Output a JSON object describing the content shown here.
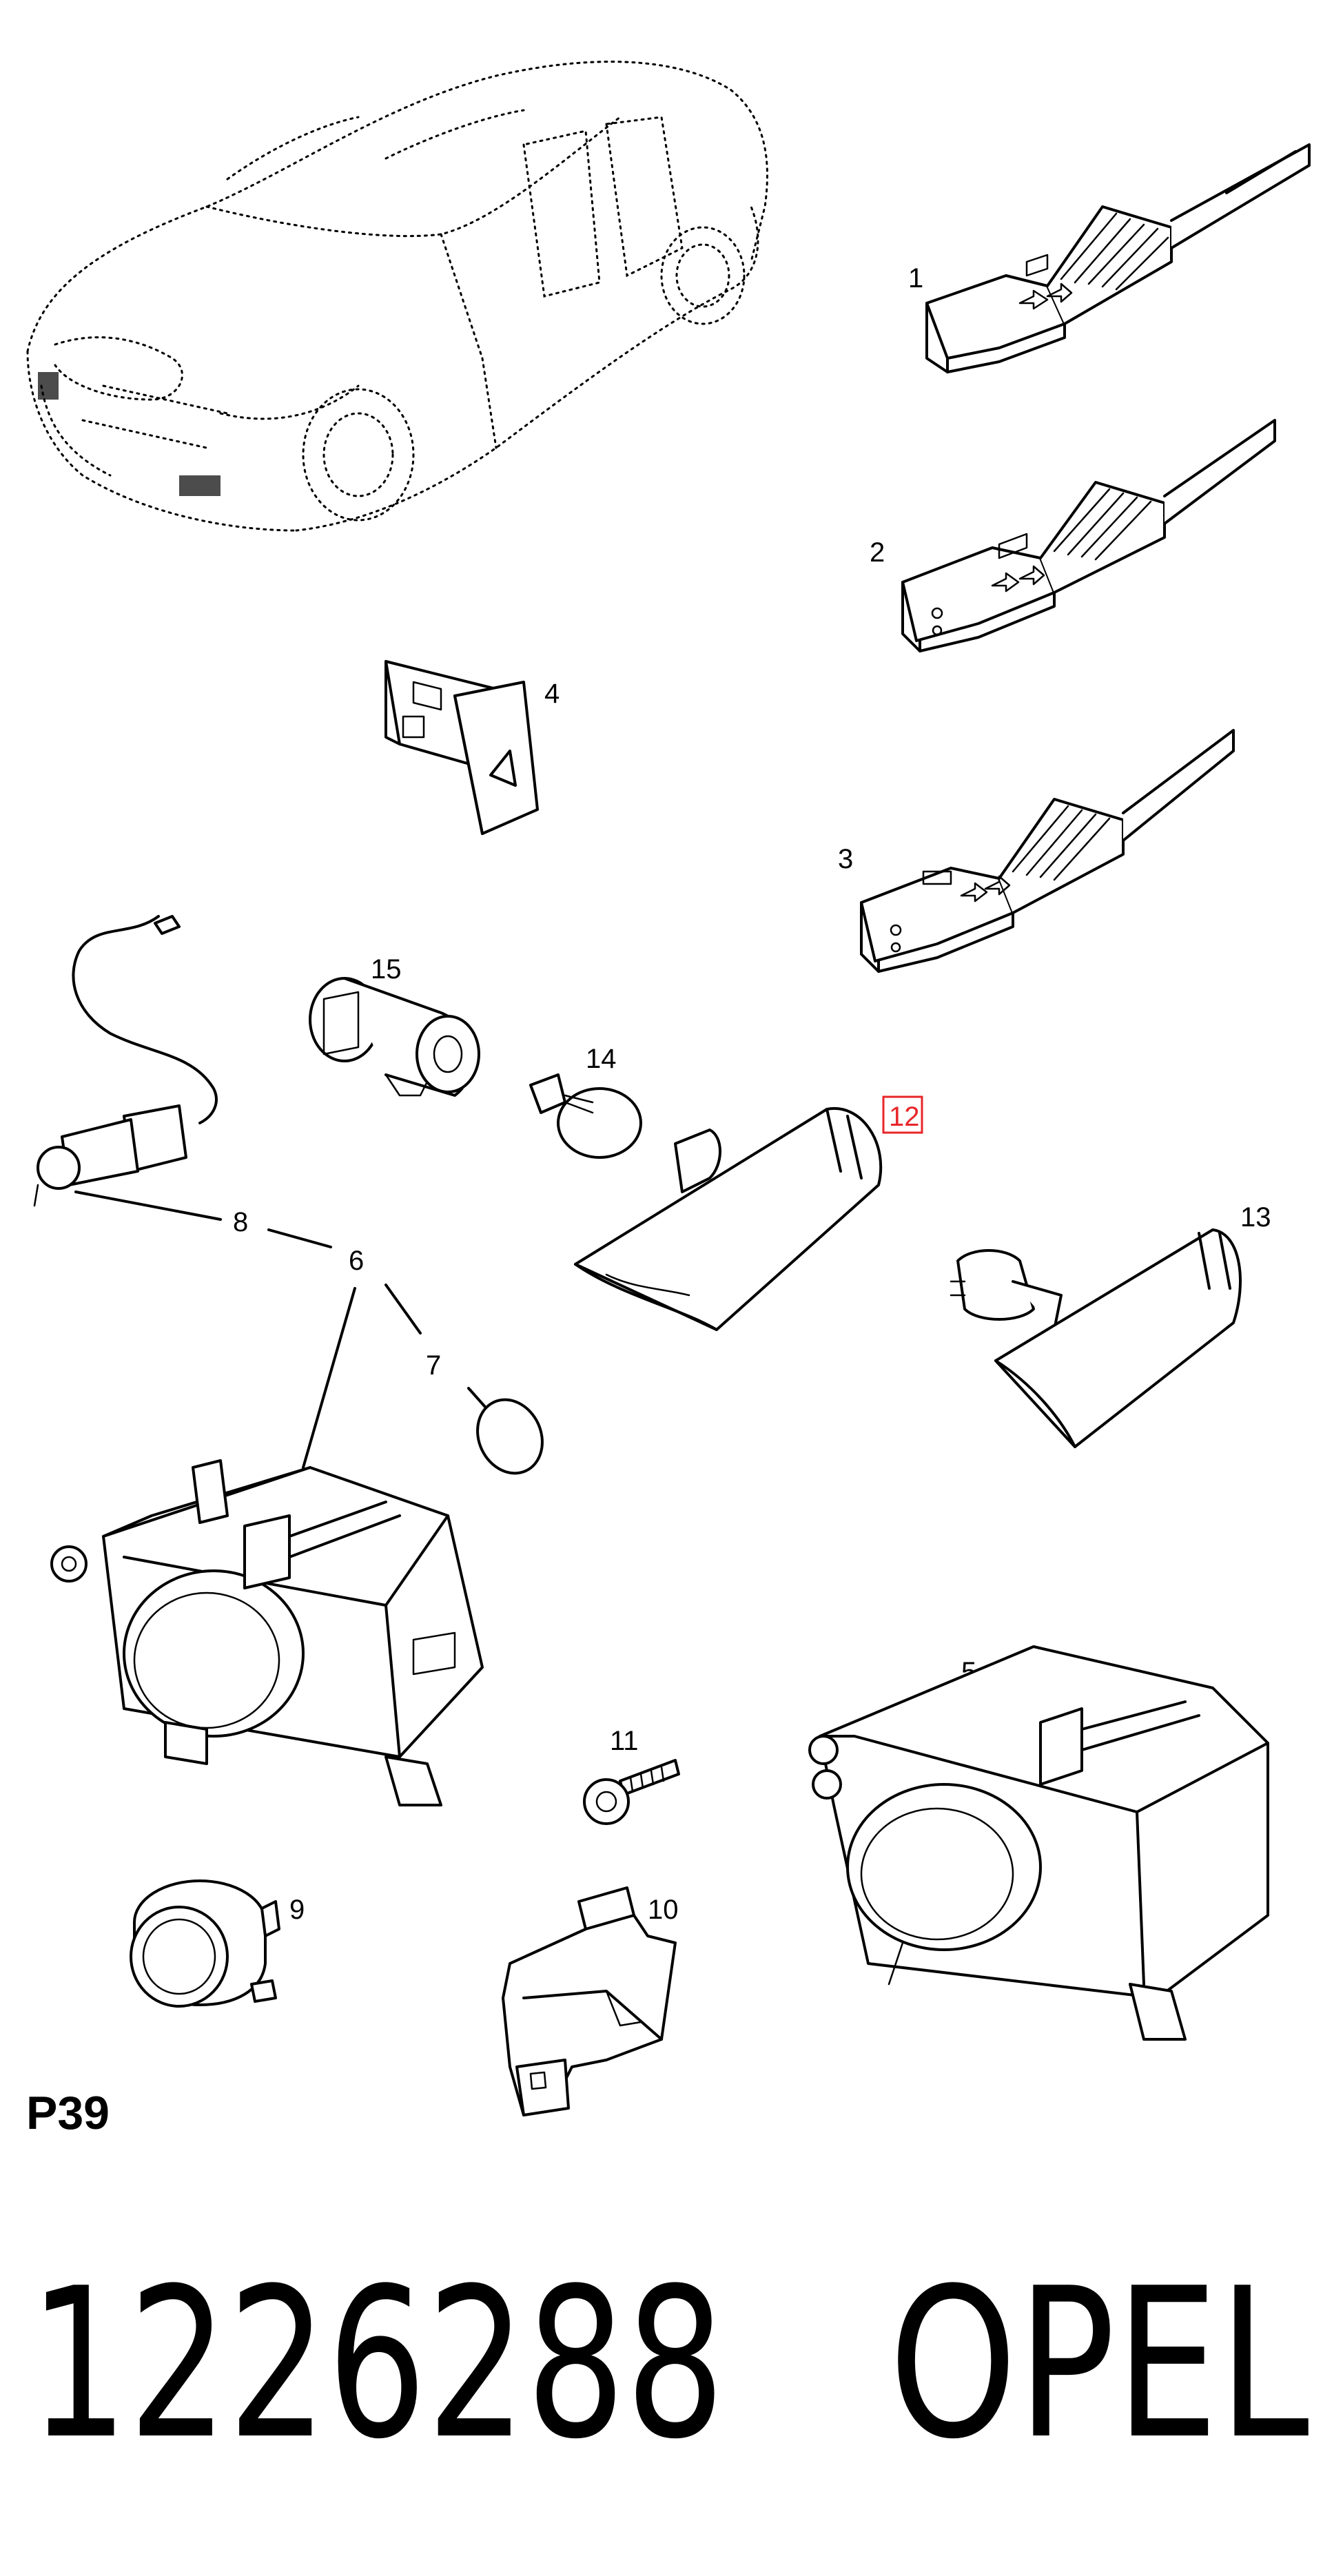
{
  "callouts": {
    "c1": "1",
    "c2": "2",
    "c3": "3",
    "c4": "4",
    "c5": "5",
    "c6": "6",
    "c7": "7",
    "c8": "8",
    "c9": "9",
    "c10": "10",
    "c11": "11",
    "c12": "12",
    "c13": "13",
    "c14": "14",
    "c15": "15"
  },
  "highlighted_callout": "12",
  "page_code": "P39",
  "footer": {
    "part_number": "1226288",
    "brand": "OPEL"
  },
  "colors": {
    "highlight": "#e8262a",
    "line": "#000000",
    "background": "#ffffff"
  }
}
